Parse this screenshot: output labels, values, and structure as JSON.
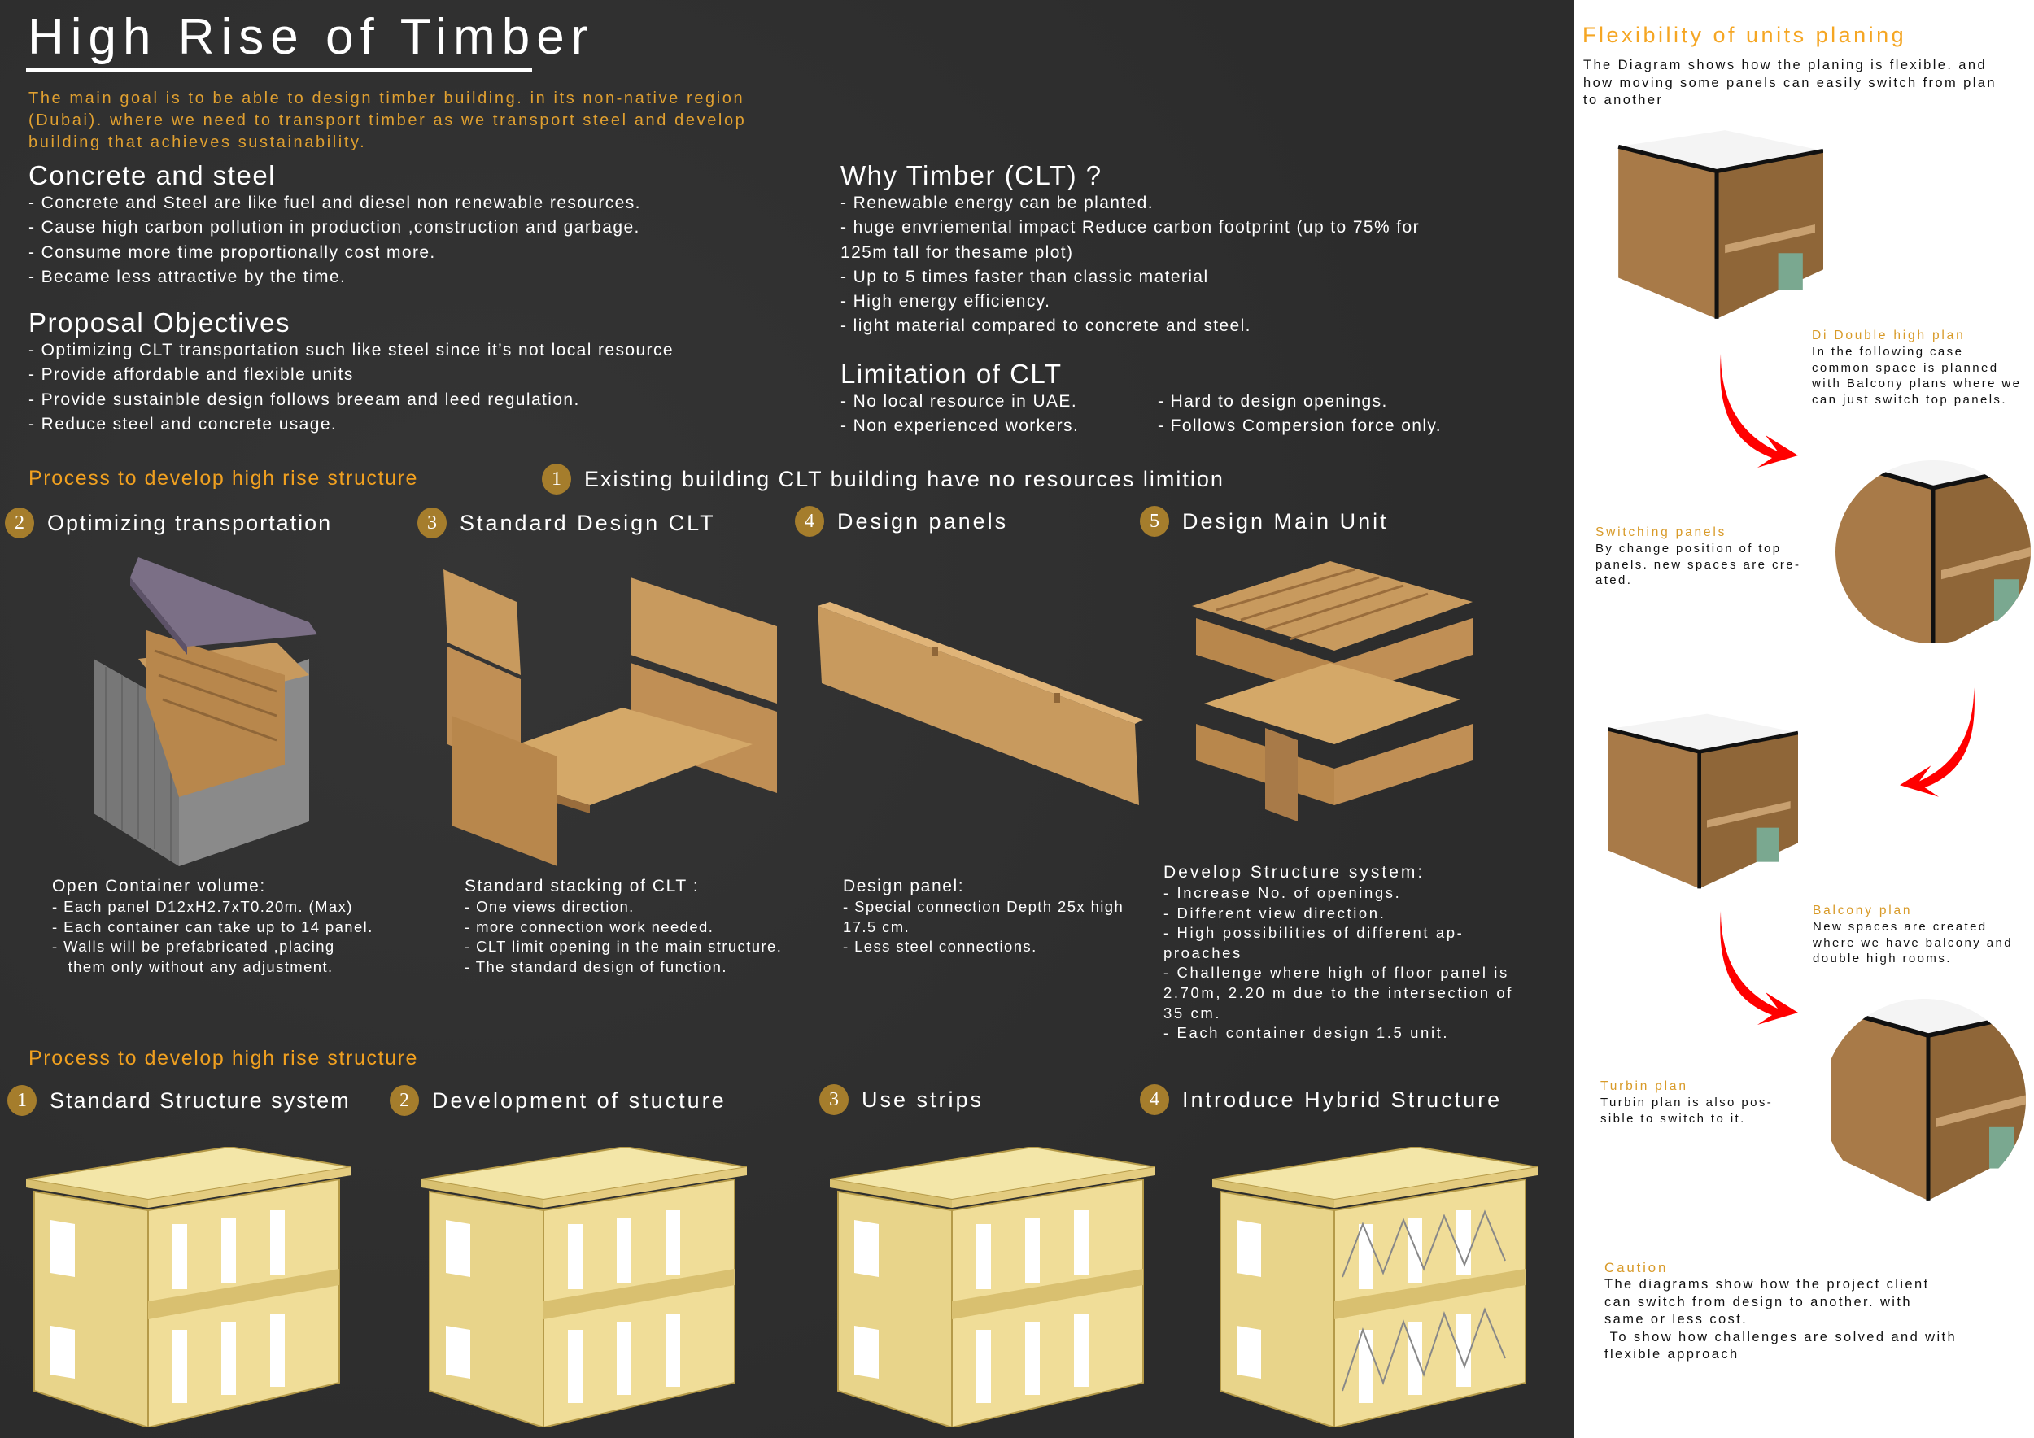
{
  "title": "High Rise of Timber",
  "intro": "The main goal is to be able to design timber building. in its non-native region (Dubai). where we need to transport timber as we transport steel and develop building that achieves sustainability.",
  "concrete": {
    "heading": "Concrete and steel",
    "items": [
      "- Concrete and Steel are like fuel and diesel non renewable resources.",
      "- Cause high carbon pollution in production ,construction and garbage.",
      "- Consume more time proportionally cost more.",
      "- Became less attractive by the time."
    ]
  },
  "objectives": {
    "heading": "Proposal Objectives",
    "items": [
      "- Optimizing CLT transportation such like steel since it’s not local resource",
      "- Provide affordable and flexible units",
      "- Provide sustainble design follows breeam and leed regulation.",
      "- Reduce steel and concrete usage."
    ]
  },
  "why_timber": {
    "heading": "Why Timber (CLT) ?",
    "items": [
      "- Renewable energy can be planted.",
      "- huge envriemental impact Reduce carbon footprint (up to 75% for",
      "125m tall for thesame plot)",
      "- Up to 5 times faster than classic material",
      "- High energy efficiency.",
      "- light material compared to concrete and steel."
    ]
  },
  "limitation": {
    "heading": "Limitation of CLT",
    "col1": [
      "- No local resource in UAE.",
      "- Non experienced workers."
    ],
    "col2": [
      "- Hard to design openings.",
      "- Follows Compersion force only."
    ]
  },
  "process1": {
    "label": "Process to develop high rise structure",
    "steps": [
      {
        "num": "1",
        "label": "Existing building CLT building have no resources limition"
      },
      {
        "num": "2",
        "label": "Optimizing transportation"
      },
      {
        "num": "3",
        "label": "Standard Design CLT"
      },
      {
        "num": "4",
        "label": "Design panels"
      },
      {
        "num": "5",
        "label": "Design Main Unit"
      }
    ],
    "captions": [
      {
        "lead": "Open Container volume:",
        "lines": [
          "- Each panel D12xH2.7xT0.20m. (Max)",
          "- Each container can take up to 14 panel.",
          "- Walls will be prefabricated ,placing",
          "   them only without any adjustment."
        ]
      },
      {
        "lead": "Standard stacking of CLT :",
        "lines": [
          "- One views direction.",
          "- more connection work needed.",
          "- CLT limit opening in the main structure.",
          "- The standard design of function."
        ]
      },
      {
        "lead": "Design panel:",
        "lines": [
          "- Special connection Depth 25x high",
          "17.5 cm.",
          "- Less steel connections."
        ]
      },
      {
        "lead": "Develop Structure system:",
        "lines": [
          "- Increase No. of openings.",
          "- Different view direction.",
          "- High possibilities of different ap-",
          "proaches",
          "- Challenge where high of floor panel is",
          "2.70m, 2.20 m due to the intersection of",
          "35 cm.",
          "- Each container design 1.5 unit."
        ]
      }
    ]
  },
  "process2": {
    "label": "Process to develop high rise structure",
    "steps": [
      {
        "num": "1",
        "label": "Standard Structure system"
      },
      {
        "num": "2",
        "label": "Development of stucture"
      },
      {
        "num": "3",
        "label": "Use strips"
      },
      {
        "num": "4",
        "label": "Introduce Hybrid Structure"
      }
    ]
  },
  "flex": {
    "title": "Flexibility of units planing",
    "body": [
      "The Diagram shows how the planing is flexible. and",
      "how moving some panels can easily switch from plan",
      "to another"
    ],
    "double": {
      "head": "Di Double high plan",
      "lines": [
        "In the following case",
        "common space is planned",
        "with Balcony plans where we",
        "can just switch top panels."
      ]
    },
    "switching": {
      "head": "Switching panels",
      "lines": [
        "By change position of top",
        "panels. new spaces are cre-",
        "ated."
      ]
    },
    "balcony": {
      "head": "Balcony plan",
      "lines": [
        "New spaces are created",
        "where we have balcony and",
        "double high rooms."
      ]
    },
    "turbin": {
      "head": "Turbin plan",
      "lines": [
        "Turbin plan is also pos-",
        "sible to switch to it."
      ]
    },
    "caution": {
      "head": "Caution",
      "lines": [
        "The diagrams show how the project client",
        "can switch from design to another. with",
        "same or less cost.",
        " To show how challenges are solved and with",
        "flexible approach"
      ]
    }
  },
  "colors": {
    "background": "#2f2f2f",
    "accent": "#f0a020",
    "badge": "#a57d2c",
    "arrow": "#ff0000",
    "wood": "#c89a5e",
    "structure": "#e9d690"
  }
}
